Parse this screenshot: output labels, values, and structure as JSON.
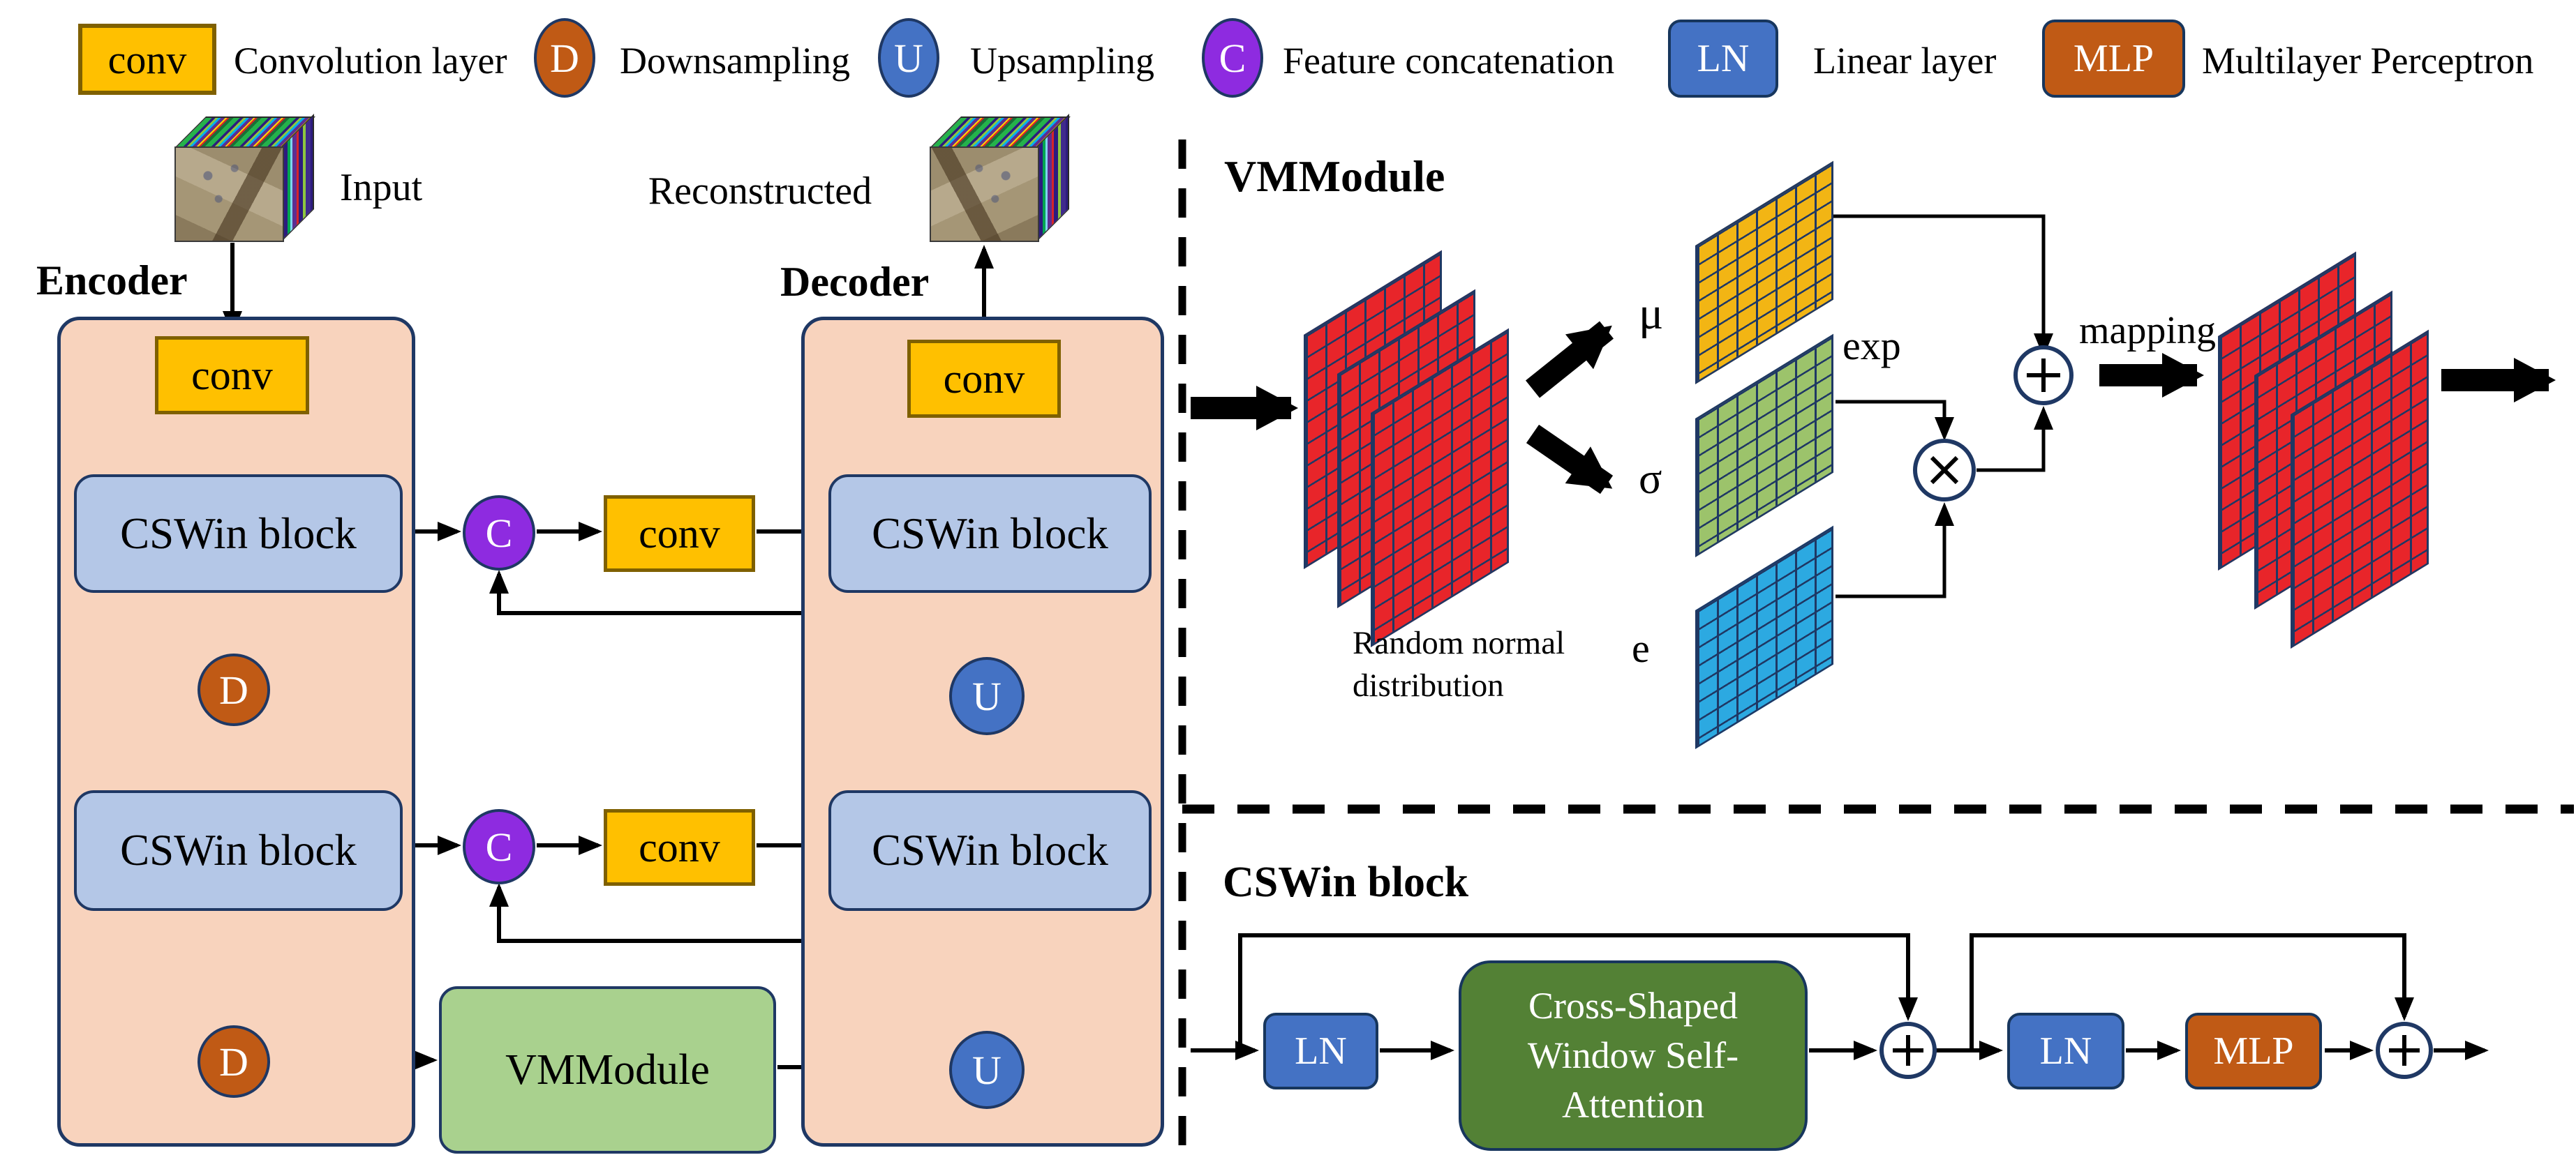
{
  "legend": {
    "items": [
      {
        "symbol": "conv",
        "label": "Convolution layer"
      },
      {
        "symbol": "D",
        "label": "Downsampling"
      },
      {
        "symbol": "U",
        "label": "Upsampling"
      },
      {
        "symbol": "C",
        "label": "Feature concatenation"
      },
      {
        "symbol": "LN",
        "label": "Linear layer"
      },
      {
        "symbol": "MLP",
        "label": "Multilayer Perceptron"
      }
    ]
  },
  "overview": {
    "input_label": "Input",
    "reconstructed_label": "Reconstructed",
    "encoder_label": "Encoder",
    "decoder_label": "Decoder",
    "conv_label": "conv",
    "cswin_label": "CSWin block",
    "vmmodule_label": "VMModule",
    "downsample_symbol": "D",
    "upsample_symbol": "U",
    "concat_symbol": "C"
  },
  "vmmodule_panel": {
    "title": "VMModule",
    "mu": "μ",
    "sigma": "σ",
    "exp": "exp",
    "epsilon": "e",
    "random_label_line1": "Random normal",
    "random_label_line2": "distribution",
    "mapping": "mapping"
  },
  "cswin_panel": {
    "title": "CSWin block",
    "ln": "LN",
    "mlp": "MLP",
    "attention_line1": "Cross-Shaped",
    "attention_line2": "Window Self-",
    "attention_line3": "Attention"
  },
  "icons": {
    "add-icon": "+",
    "multiply-icon": "×"
  },
  "colors": {
    "panel_peach": "#F8D3BD",
    "navy_border": "#1F3864",
    "conv_yellow": "#FFC000",
    "conv_border": "#7F6000",
    "cswin_blue": "#B4C7E7",
    "circle_blue": "#4472C4",
    "orange": "#C05A15",
    "purple": "#8E2BE0",
    "green_light": "#A9D18E",
    "green_dark": "#538135",
    "grid_red": "#E8252A",
    "grid_yellow": "#F2B514",
    "grid_green": "#9CC36B",
    "grid_blue": "#2CA9E1"
  }
}
